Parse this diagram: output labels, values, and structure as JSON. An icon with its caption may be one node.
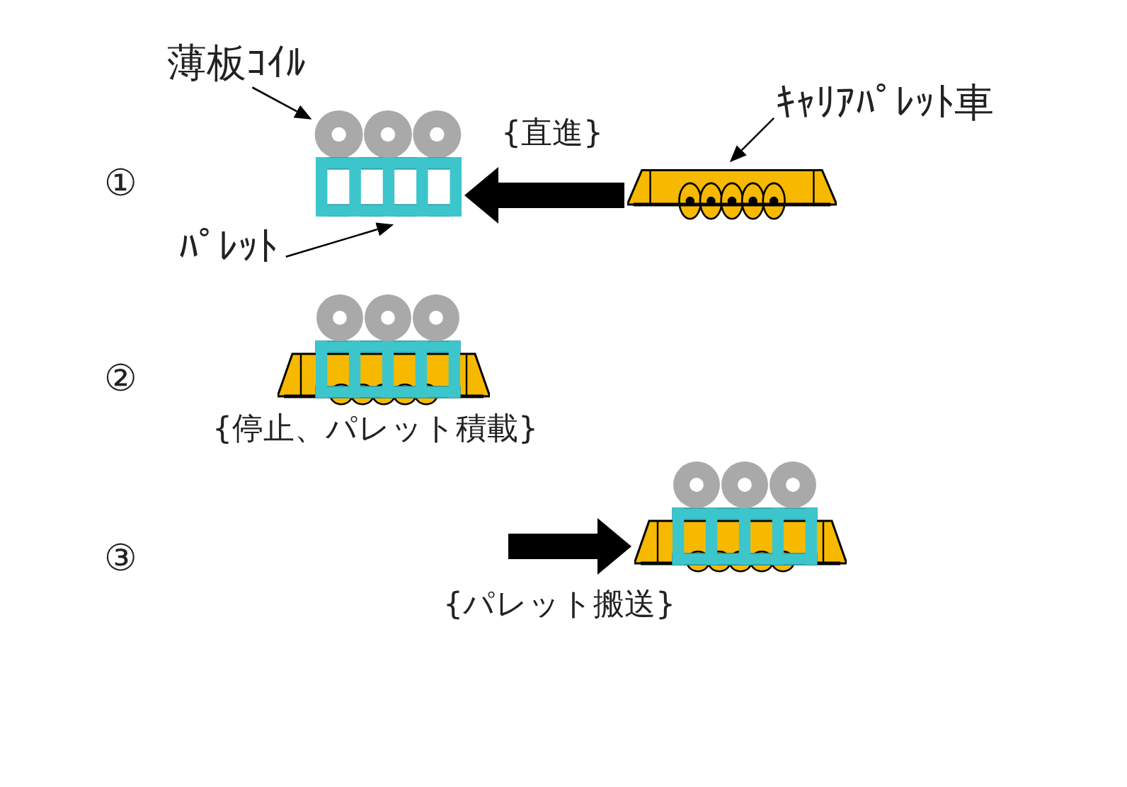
{
  "diagram": {
    "nodes": [
      {
        "text": [
          "薄板ｺｲﾙ"
        ]
      },
      {
        "text": [],
        "shape": "picture"
      },
      {
        "text": [],
        "shape": "picture"
      },
      {
        "text": [
          "ﾊﾟﾚｯﾄ"
        ]
      },
      {
        "text": [
          "ｷｬﾘｱﾊﾟﾚｯﾄ車"
        ]
      },
      {
        "text": [],
        "shape": "picture"
      },
      {
        "text": [],
        "shape": "picture",
        "beside": [
          "{停止、パレット積載}"
        ]
      },
      {
        "text": [],
        "shape": "picture"
      }
    ],
    "edges": [
      {
        "from": 0,
        "to": 1,
        "arrow": "to"
      },
      {
        "from": 3,
        "to": 2,
        "arrow": "to"
      },
      {
        "from": 4,
        "to": 5,
        "arrow": "to"
      },
      {
        "from": 5,
        "to": 2,
        "arrow": "to",
        "style": "thick",
        "label": "{直進}"
      },
      {
        "from": null,
        "to": 7,
        "arrow": "to",
        "style": "thick",
        "label": "{パレット搬送}"
      }
    ],
    "labels": [
      "①",
      "②",
      "③"
    ]
  }
}
